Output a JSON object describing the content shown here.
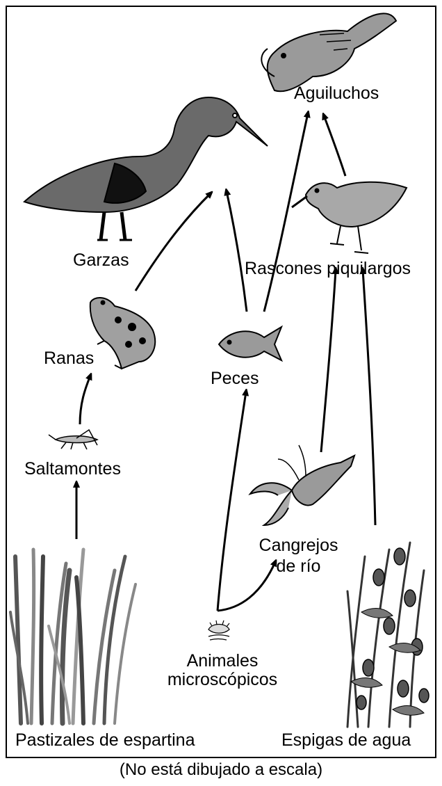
{
  "organisms": {
    "aguiluchos": "Aguiluchos",
    "garzas": "Garzas",
    "rascones": "Rascones piquilargos",
    "ranas": "Ranas",
    "peces": "Peces",
    "saltamontes": "Saltamontes",
    "cangrejos_1": "Cangrejos",
    "cangrejos_2": "de río",
    "animales_1": "Animales",
    "animales_2": "microscópicos",
    "pastizales": "Pastizales de espartina",
    "espigas": "Espigas de agua"
  },
  "caption": "(No está dibujado a escala)"
}
